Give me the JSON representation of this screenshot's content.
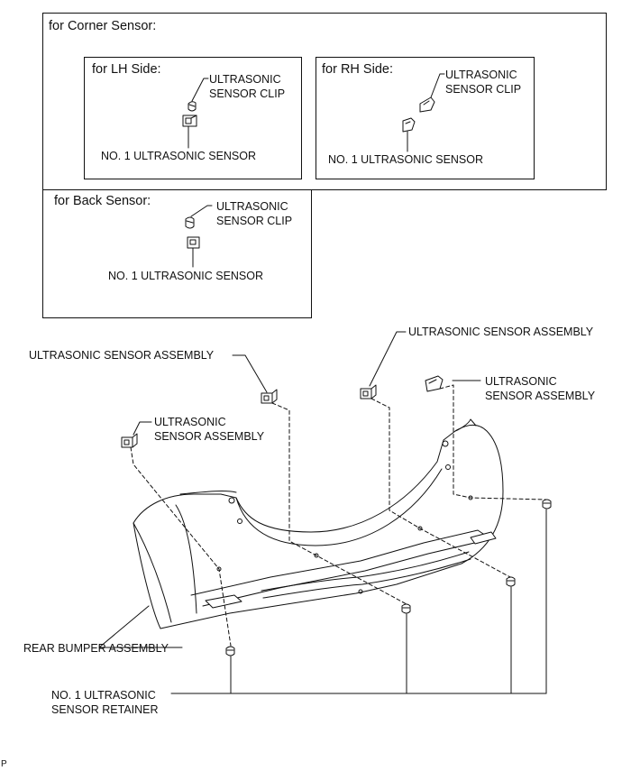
{
  "insets": {
    "corner": {
      "title": "for Corner Sensor:",
      "lh": {
        "title": "for LH Side:",
        "clip_label_1": "ULTRASONIC",
        "clip_label_2": "SENSOR CLIP",
        "sensor_label": "NO. 1 ULTRASONIC SENSOR"
      },
      "rh": {
        "title": "for RH Side:",
        "clip_label_1": "ULTRASONIC",
        "clip_label_2": "SENSOR CLIP",
        "sensor_label": "NO. 1 ULTRASONIC SENSOR"
      }
    },
    "back": {
      "title": "for Back Sensor:",
      "clip_label_1": "ULTRASONIC",
      "clip_label_2": "SENSOR CLIP",
      "sensor_label": "NO. 1 ULTRASONIC SENSOR"
    }
  },
  "main": {
    "assembly_label_left_top": "ULTRASONIC SENSOR ASSEMBLY",
    "assembly_label_left_1": "ULTRASONIC",
    "assembly_label_left_2": "SENSOR ASSEMBLY",
    "assembly_label_center_top": "ULTRASONIC SENSOR ASSEMBLY",
    "assembly_label_right_1": "ULTRASONIC",
    "assembly_label_right_2": "SENSOR ASSEMBLY",
    "bumper_label": "REAR BUMPER ASSEMBLY",
    "retainer_label_1": "NO. 1 ULTRASONIC",
    "retainer_label_2": "SENSOR RETAINER"
  },
  "footer": {
    "figure_code": "P"
  }
}
